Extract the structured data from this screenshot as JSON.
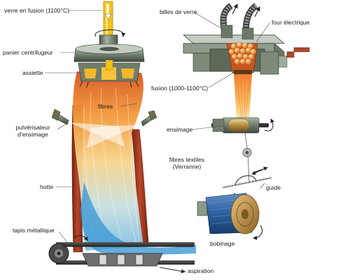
{
  "labels": {
    "molten_glass": "verre en fusion (1100°C)",
    "spinner": "panier centrifugeur",
    "plate": "assiette",
    "fibres": "fibres",
    "sprayer_line1": "pulvérisateur",
    "sprayer_line2": "d'ensimage",
    "hood": "hotte",
    "metal_belt": "tapis métallique",
    "suction": "aspiration",
    "glass_beads": "billes de verre",
    "electric_furnace": "four électrique",
    "fusion_temp": "fusion (1000-1100°C)",
    "sizing": "ensimage",
    "textile_line1": "fibres textiles",
    "textile_line2": "(Verranne)",
    "guide": "guide",
    "winding": "bobinage"
  }
}
